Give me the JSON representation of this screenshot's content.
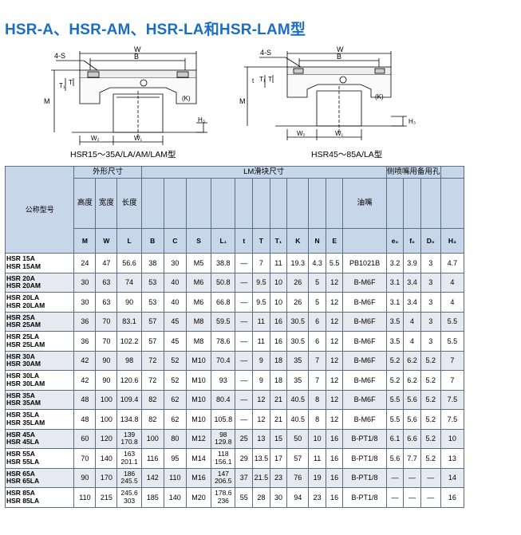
{
  "title": "HSR-A、HSR-AM、HSR-LA和HSR-LAM型",
  "diagram_left": {
    "caption": "HSR15～35A/LA/AM/LAM型",
    "labels": {
      "W": "W",
      "B": "B",
      "fourS": "4-S",
      "T1": "T₁",
      "T": "T",
      "M": "M",
      "K": "(K)",
      "H3": "H₃",
      "W2": "W₂",
      "W1": "W₁"
    }
  },
  "diagram_right": {
    "caption": "HSR45～85A/LA型",
    "labels": {
      "W": "W",
      "B": "B",
      "fourS": "4-S",
      "t": "t",
      "T1": "T₁",
      "T": "T",
      "M": "M",
      "K": "(K)",
      "H3": "H₃",
      "W2": "W₂",
      "W1": "W₁"
    }
  },
  "table": {
    "model_header": "公称型号",
    "group_outer": "外形尺寸",
    "group_lm": "LM滑块尺寸",
    "group_grease": "侧喷嘴用备用孔",
    "sub_height": "高度",
    "sub_width": "宽度",
    "sub_length": "长度",
    "sub_nipple": "油嘴",
    "symbols": [
      "M",
      "W",
      "L",
      "B",
      "C",
      "S",
      "L₁",
      "t",
      "T",
      "T₁",
      "K",
      "N",
      "E",
      "",
      "e₀",
      "f₀",
      "D₀",
      "H₃"
    ],
    "rows": [
      {
        "m1": "HSR 15A",
        "m2": "HSR 15AM",
        "v": [
          "24",
          "47",
          "56.6",
          "38",
          "30",
          "M5",
          "38.8",
          "—",
          "7",
          "11",
          "19.3",
          "4.3",
          "5.5",
          "PB1021B",
          "3.2",
          "3.9",
          "3",
          "4.7"
        ]
      },
      {
        "m1": "HSR 20A",
        "m2": "HSR 20AM",
        "v": [
          "30",
          "63",
          "74",
          "53",
          "40",
          "M6",
          "50.8",
          "—",
          "9.5",
          "10",
          "26",
          "5",
          "12",
          "B-M6F",
          "3.1",
          "3.4",
          "3",
          "4"
        ]
      },
      {
        "m1": "HSR 20LA",
        "m2": "HSR 20LAM",
        "v": [
          "30",
          "63",
          "90",
          "53",
          "40",
          "M6",
          "66.8",
          "—",
          "9.5",
          "10",
          "26",
          "5",
          "12",
          "B-M6F",
          "3.1",
          "3.4",
          "3",
          "4"
        ]
      },
      {
        "m1": "HSR 25A",
        "m2": "HSR 25AM",
        "v": [
          "36",
          "70",
          "83.1",
          "57",
          "45",
          "M8",
          "59.5",
          "—",
          "11",
          "16",
          "30.5",
          "6",
          "12",
          "B-M6F",
          "3.5",
          "4",
          "3",
          "5.5"
        ]
      },
      {
        "m1": "HSR 25LA",
        "m2": "HSR 25LAM",
        "v": [
          "36",
          "70",
          "102.2",
          "57",
          "45",
          "M8",
          "78.6",
          "—",
          "11",
          "16",
          "30.5",
          "6",
          "12",
          "B-M6F",
          "3.5",
          "4",
          "3",
          "5.5"
        ]
      },
      {
        "m1": "HSR 30A",
        "m2": "HSR 30AM",
        "v": [
          "42",
          "90",
          "98",
          "72",
          "52",
          "M10",
          "70.4",
          "—",
          "9",
          "18",
          "35",
          "7",
          "12",
          "B-M6F",
          "5.2",
          "6.2",
          "5.2",
          "7"
        ]
      },
      {
        "m1": "HSR 30LA",
        "m2": "HSR 30LAM",
        "v": [
          "42",
          "90",
          "120.6",
          "72",
          "52",
          "M10",
          "93",
          "—",
          "9",
          "18",
          "35",
          "7",
          "12",
          "B-M6F",
          "5.2",
          "6.2",
          "5.2",
          "7"
        ]
      },
      {
        "m1": "HSR 35A",
        "m2": "HSR 35AM",
        "v": [
          "48",
          "100",
          "109.4",
          "82",
          "62",
          "M10",
          "80.4",
          "—",
          "12",
          "21",
          "40.5",
          "8",
          "12",
          "B-M6F",
          "5.5",
          "5.6",
          "5.2",
          "7.5"
        ]
      },
      {
        "m1": "HSR 35LA",
        "m2": "HSR 35LAM",
        "v": [
          "48",
          "100",
          "134.8",
          "82",
          "62",
          "M10",
          "105.8",
          "—",
          "12",
          "21",
          "40.5",
          "8",
          "12",
          "B-M6F",
          "5.5",
          "5.6",
          "5.2",
          "7.5"
        ]
      },
      {
        "m1": "HSR 45A",
        "m2": "HSR 45LA",
        "v": [
          "60",
          "120",
          "139\n170.8",
          "100",
          "80",
          "M12",
          "98\n129.8",
          "25",
          "13",
          "15",
          "50",
          "10",
          "16",
          "B-PT1/8",
          "6.1",
          "6.6",
          "5.2",
          "10"
        ]
      },
      {
        "m1": "HSR 55A",
        "m2": "HSR 55LA",
        "v": [
          "70",
          "140",
          "163\n201.1",
          "116",
          "95",
          "M14",
          "118\n156.1",
          "29",
          "13.5",
          "17",
          "57",
          "11",
          "16",
          "B-PT1/8",
          "5.6",
          "7.7",
          "5.2",
          "13"
        ]
      },
      {
        "m1": "HSR 65A",
        "m2": "HSR 65LA",
        "v": [
          "90",
          "170",
          "186\n245.5",
          "142",
          "110",
          "M16",
          "147\n206.5",
          "37",
          "21.5",
          "23",
          "76",
          "19",
          "16",
          "B-PT1/8",
          "—",
          "—",
          "—",
          "14"
        ]
      },
      {
        "m1": "HSR 85A",
        "m2": "HSR 85LA",
        "v": [
          "110",
          "215",
          "245.6\n303",
          "185",
          "140",
          "M20",
          "178.6\n236",
          "55",
          "28",
          "30",
          "94",
          "23",
          "16",
          "B-PT1/8",
          "—",
          "—",
          "—",
          "16"
        ]
      }
    ]
  }
}
